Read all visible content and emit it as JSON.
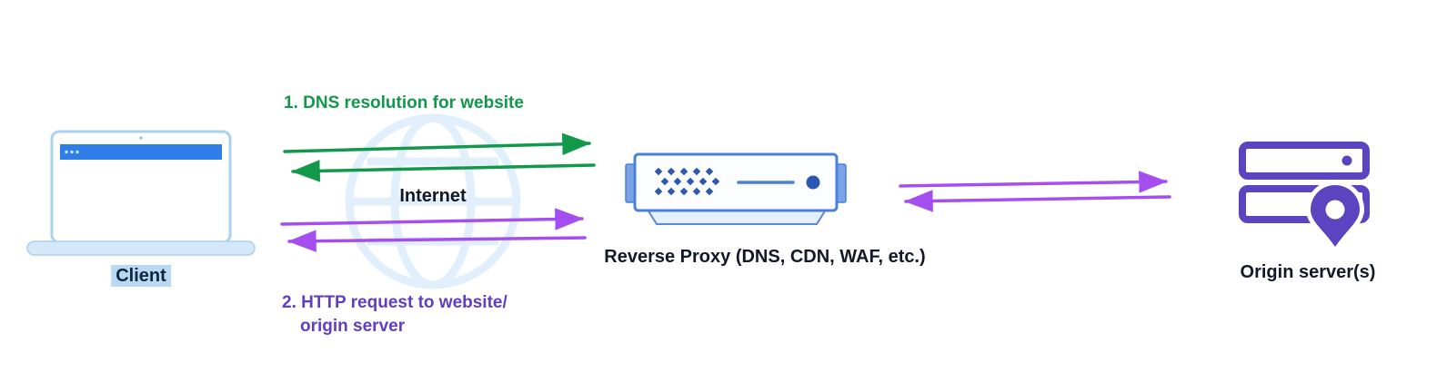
{
  "diagram": {
    "nodes": {
      "client": {
        "label": "Client"
      },
      "internet": {
        "label": "Internet"
      },
      "reverse_proxy": {
        "label": "Reverse Proxy (DNS, CDN, WAF, etc.)"
      },
      "origin": {
        "label": "Origin server(s)"
      }
    },
    "annotations": {
      "step1": "1. DNS resolution for website",
      "step2_line1": "2. HTTP request to website/",
      "step2_line2": "origin server"
    },
    "flows": [
      {
        "from": "client",
        "to": "reverse_proxy",
        "label": "1. DNS resolution for website",
        "direction": "bidirectional",
        "color": "#12984a"
      },
      {
        "from": "client",
        "to": "reverse_proxy",
        "label": "2. HTTP request to website/ origin server",
        "direction": "bidirectional",
        "color": "#a44ef0"
      },
      {
        "from": "reverse_proxy",
        "to": "origin",
        "direction": "bidirectional",
        "color": "#a44ef0"
      }
    ],
    "colors": {
      "dns_arrow_green": "#12984a",
      "http_arrow_purple": "#a44ef0",
      "http_text_purple": "#5f3dc4",
      "proxy_device_blue": "#4a80d8",
      "proxy_dot_navy": "#2b57b0",
      "laptop_bar_blue": "#2e7de9",
      "laptop_outline_blue": "#a9d2f2",
      "origin_server_purple": "#5b44c0",
      "client_highlight_blue": "#b9d9f3",
      "globe_faint_blue": "#d8eafc"
    }
  }
}
